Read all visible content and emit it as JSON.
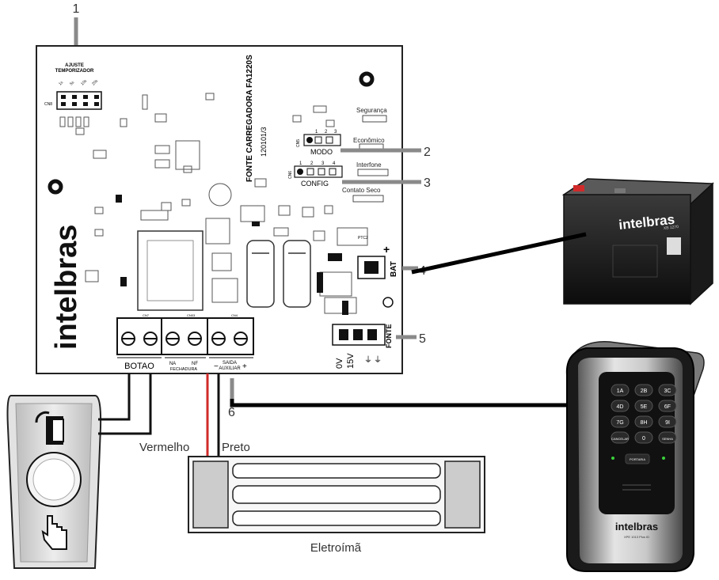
{
  "callouts": [
    "1",
    "2",
    "3",
    "4",
    "5",
    "6"
  ],
  "board": {
    "brand": "intelbras",
    "model_text": "FONTE CARREGADORA FA1220S",
    "version_text": "120101/3",
    "timer_label_1": "AJUSTE",
    "timer_label_2": "TEMPORIZADOR",
    "timer_header": "CN8",
    "timer_values": [
      "1s",
      "5s",
      "10s",
      "20s"
    ],
    "modo_label": "MODO",
    "config_label": "CONFIG",
    "cn5": "CN5",
    "cn6": "CN6",
    "seguranca": "Segurança",
    "economico": "Econômico",
    "interfone": "Interfone",
    "contato_seco": "Contato Seco",
    "jumper_numbers": [
      "1",
      "2",
      "3",
      "4"
    ],
    "bat_label": "BAT",
    "fonte_label": "FONTE",
    "ac_labels": [
      "0V",
      "15V"
    ],
    "botao_label": "BOTAO",
    "na_label": "NA",
    "nf_label": "NF",
    "fechadura_label": "FECHADURA",
    "saida_label": "SAIDA",
    "auxiliar_label": "AUXILIAR",
    "minus_sign": "−",
    "plus_sign": "+",
    "connector_labels": [
      "CN7",
      "CN03",
      "CN4"
    ],
    "ptc_label": "PTC2"
  },
  "battery": {
    "brand": "intelbras",
    "model": "XB 1270"
  },
  "wires": {
    "red_label": "Vermelho",
    "black_label": "Preto"
  },
  "magnet": {
    "label": "Eletroímã"
  },
  "keypad": {
    "keys": [
      "1A",
      "2B",
      "3C",
      "4D",
      "5E",
      "6F",
      "7G",
      "8H",
      "9I",
      "CANCELAR",
      "0",
      "SENHA"
    ],
    "portaria": "PORTARIA",
    "brand": "intelbras",
    "model": "XPE 1013 Plus ID"
  },
  "colors": {
    "red_wire": "#d12a2a",
    "black_wire": "#111111",
    "gray_callout": "#8a8a8a"
  }
}
